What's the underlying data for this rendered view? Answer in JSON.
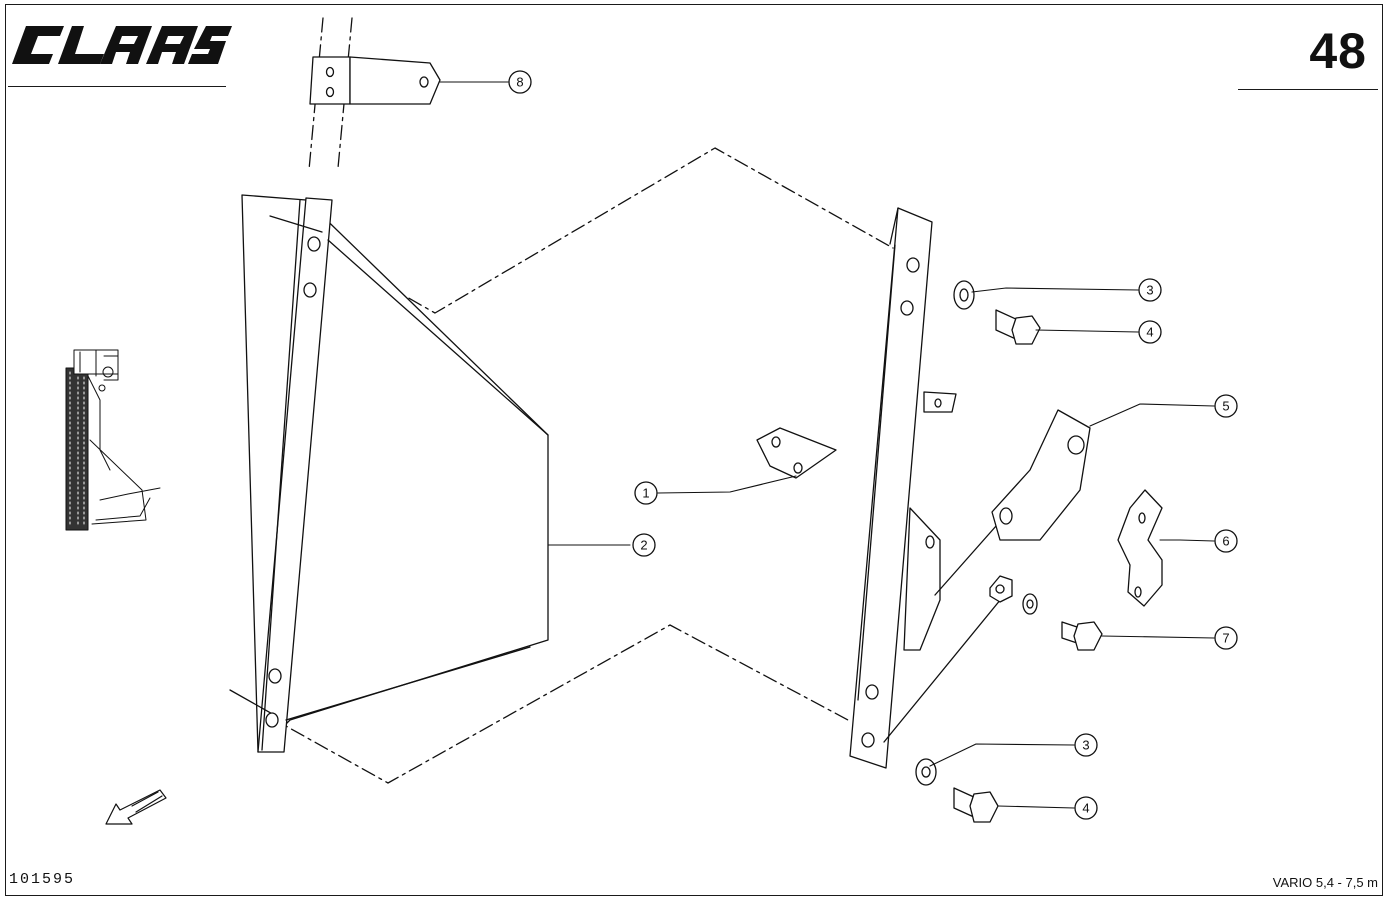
{
  "header": {
    "brand_logo": "CLAAS",
    "page_number": "48"
  },
  "footer": {
    "figure_code": "101595",
    "model_range": "VARIO 5,4 - 7,5 m"
  },
  "callouts": [
    {
      "id": "c8",
      "label": "8"
    },
    {
      "id": "c3a",
      "label": "3"
    },
    {
      "id": "c4a",
      "label": "4"
    },
    {
      "id": "c5",
      "label": "5"
    },
    {
      "id": "c1",
      "label": "1"
    },
    {
      "id": "c6",
      "label": "6"
    },
    {
      "id": "c2",
      "label": "2"
    },
    {
      "id": "c7",
      "label": "7"
    },
    {
      "id": "c3b",
      "label": "3"
    },
    {
      "id": "c4b",
      "label": "4"
    }
  ],
  "icons": {
    "orientation_arrow": "arrow-down-left-icon",
    "locator": "machine-locator-icon"
  }
}
